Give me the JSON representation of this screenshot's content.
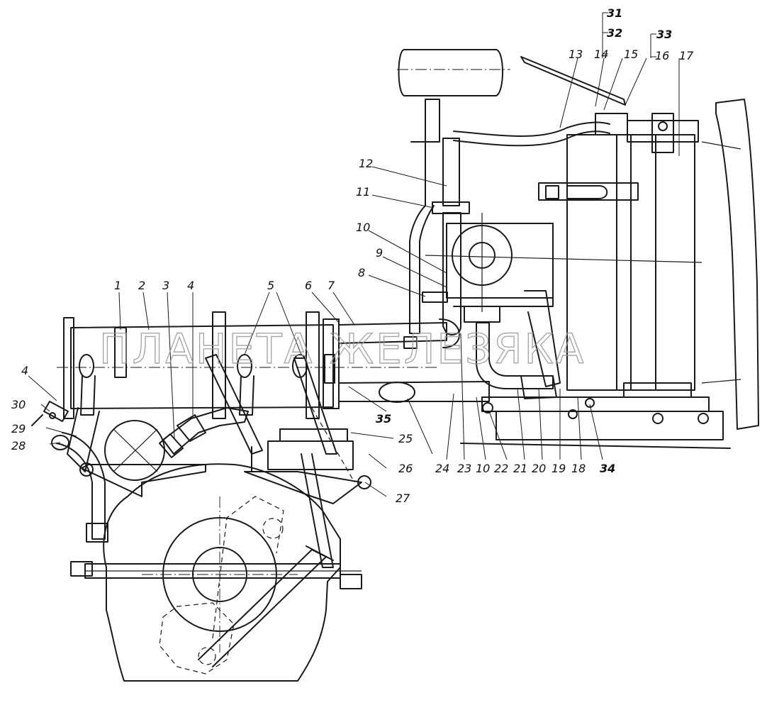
{
  "watermark": "ПЛАНЕТА ЖЕЛЕЗЯКА",
  "callouts": [
    "1",
    "2",
    "3",
    "4",
    "4",
    "5",
    "6",
    "7",
    "8",
    "9",
    "10",
    "10",
    "11",
    "12",
    "13",
    "14",
    "15",
    "16",
    "17",
    "18",
    "19",
    "20",
    "21",
    "22",
    "23",
    "24",
    "25",
    "26",
    "27",
    "28",
    "29",
    "30",
    "31",
    "32",
    "33",
    "34",
    "35"
  ]
}
